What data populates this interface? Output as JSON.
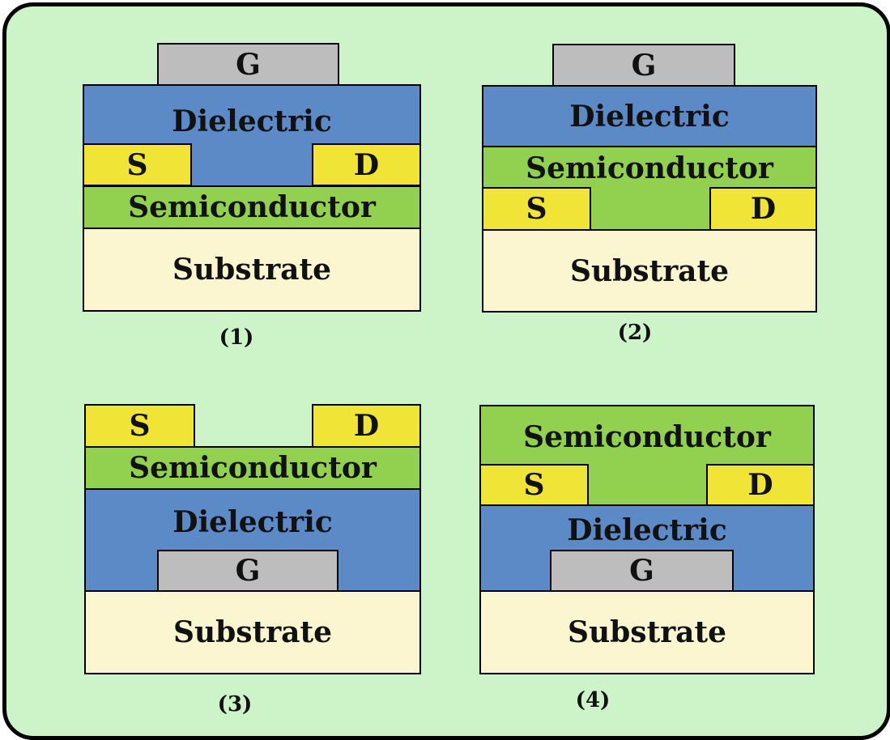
{
  "labels": {
    "gate": "G",
    "source": "S",
    "drain": "D",
    "dielectric": "Dielectric",
    "semiconductor": "Semiconductor",
    "substrate": "Substrate"
  },
  "captions": [
    "(1)",
    "(2)",
    "(3)",
    "(4)"
  ],
  "colors": {
    "background": "#cdf3c9",
    "substrate": "#fbf6cf",
    "semiconductor": "#92d050",
    "dielectric": "#5b8ac7",
    "gate": "#bdbdbd",
    "contact": "#f0e536"
  }
}
